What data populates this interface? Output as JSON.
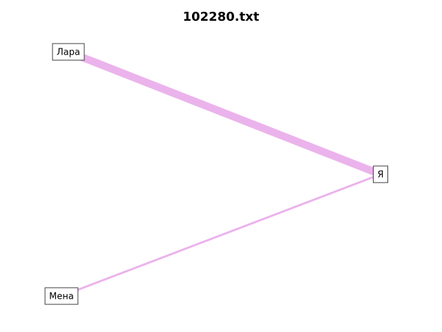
{
  "title": "102280.txt",
  "colors": {
    "edge": "#ebb3ec",
    "node_border": "#3a3a3a",
    "node_fill": "#ffffff",
    "background": "#ffffff"
  },
  "nodes": [
    {
      "id": "lara",
      "label": "Лара"
    },
    {
      "id": "ya",
      "label": "Я"
    },
    {
      "id": "mena",
      "label": "Мена"
    }
  ],
  "edges": [
    {
      "source": "lara",
      "target": "ya",
      "weight": 5
    },
    {
      "source": "mena",
      "target": "ya",
      "weight": 1
    }
  ]
}
